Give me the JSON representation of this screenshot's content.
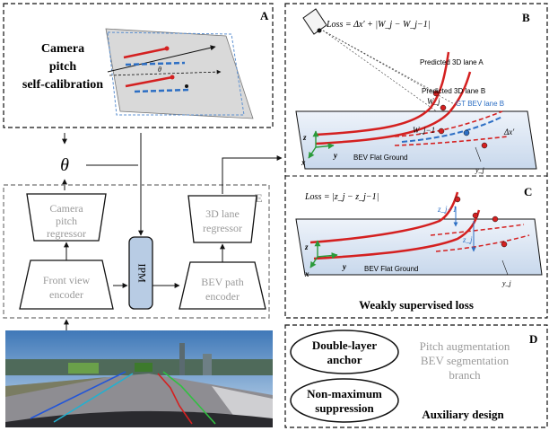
{
  "panel_a": {
    "letter": "A",
    "title_lines": [
      "Camera",
      "pitch",
      "self-calibration"
    ]
  },
  "theta": "θ",
  "network": {
    "box_letter": "E",
    "pitch_regressor_lines": [
      "Camera",
      "pitch",
      "regressor"
    ],
    "lane_regressor_lines": [
      "3D lane",
      "regressor"
    ],
    "front_encoder_lines": [
      "Front view",
      "encoder"
    ],
    "ipm_label": "IPM",
    "bev_encoder_lines": [
      "BEV path",
      "encoder"
    ]
  },
  "panel_b": {
    "letter": "B",
    "loss": "Loss = Δx′ + |W_j − W_j−1|",
    "pred_a": "Predicted 3D lane A",
    "pred_b": "Predicted 3D lane B",
    "gt_b": "GT BEV lane B",
    "wj": "W_j",
    "wj1": "W_j−1",
    "dx": "Δx′",
    "ground": "BEV Flat Ground",
    "axis_z": "z",
    "axis_y": "y",
    "axis_x": "x",
    "yj": "y_j"
  },
  "panel_c": {
    "letter": "C",
    "loss": "Loss = |z_j − z_j−1|",
    "zj1": "z_j−1",
    "zj": "z_j",
    "ground": "BEV Flat Ground",
    "axis_z": "z",
    "axis_y": "y",
    "axis_x": "x",
    "yj": "y_j"
  },
  "weak_label": "Weakly supervised loss",
  "panel_d": {
    "letter": "D",
    "ellipse1_lines": [
      "Double-layer",
      "anchor"
    ],
    "ellipse2_lines": [
      "Non-maximum",
      "suppression"
    ],
    "grey_lines": [
      "Pitch augmentation",
      "BEV segmentation",
      "branch"
    ],
    "aux": "Auxiliary design"
  },
  "colors": {
    "lane_red": "#d42020",
    "gt_blue": "#2d6fc4",
    "grey_text": "#9a9a9a",
    "ipm_fill": "#b8cce4",
    "axis_green": "#2a9a3a"
  }
}
